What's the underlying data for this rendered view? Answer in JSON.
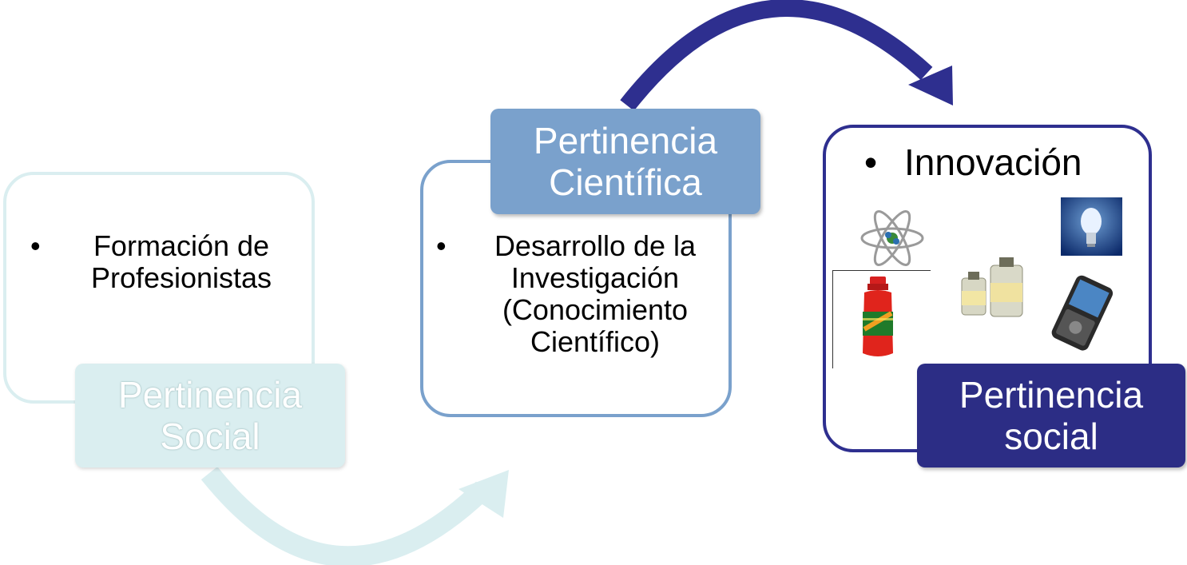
{
  "stage1": {
    "bullet": [
      "Formación de",
      "Profesionistas"
    ],
    "tag": [
      "Pertinencia",
      "Social"
    ]
  },
  "stage2": {
    "tag": [
      "Pertinencia",
      "Científica"
    ],
    "bullet": [
      "Desarrollo de la",
      "Investigación",
      "(Conocimiento",
      "Científico)"
    ]
  },
  "stage3": {
    "bullet": "Innovación",
    "tag": [
      "Pertinencia",
      "social"
    ],
    "images": [
      "atom-icon",
      "light-bulb-icon",
      "sports-drink-bottle-icon",
      "medicine-vials-icon",
      "mobile-phone-icon"
    ]
  },
  "colors": {
    "stage1": "#daeef0",
    "stage2": "#7aa1cc",
    "stage3": "#2e2f8f",
    "stage3_tag": "#2c2d85"
  },
  "bullet_glyph": "•"
}
